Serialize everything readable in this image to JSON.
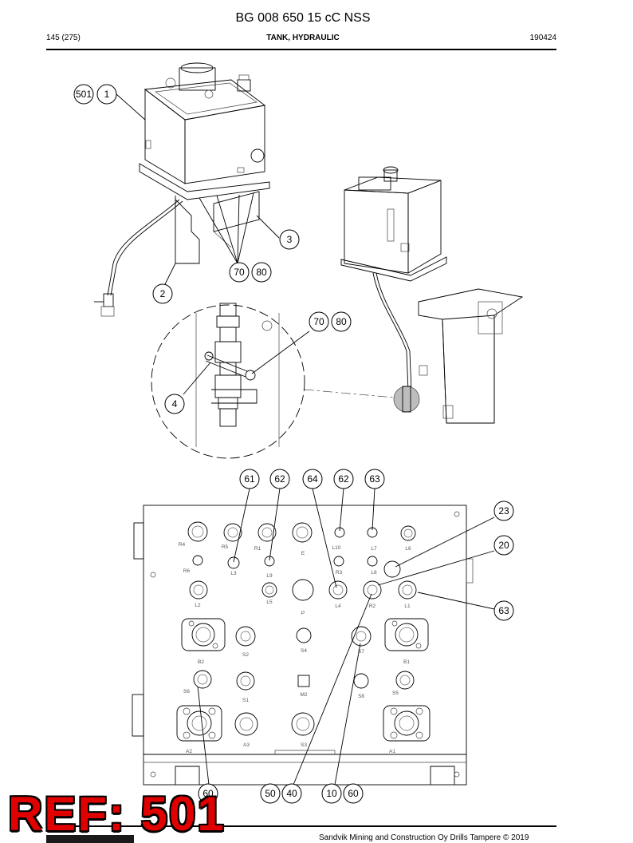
{
  "header": {
    "title": "BG 008 650 15 cC NSS",
    "page": "145 (275)",
    "section": "TANK, HYDRAULIC",
    "date": "190424"
  },
  "footer": {
    "text": "Sandvik Mining and Construction Oy Drills Tampere © 2019"
  },
  "stamp": {
    "text": "REF: 501",
    "color": "#e00000"
  },
  "callouts": [
    {
      "id": "c501",
      "label": "501"
    },
    {
      "id": "c1",
      "label": "1"
    },
    {
      "id": "c3",
      "label": "3"
    },
    {
      "id": "c70a",
      "label": "70"
    },
    {
      "id": "c80a",
      "label": "80"
    },
    {
      "id": "c2",
      "label": "2"
    },
    {
      "id": "c70b",
      "label": "70"
    },
    {
      "id": "c80b",
      "label": "80"
    },
    {
      "id": "c4",
      "label": "4"
    },
    {
      "id": "c61",
      "label": "61"
    },
    {
      "id": "c62a",
      "label": "62"
    },
    {
      "id": "c64",
      "label": "64"
    },
    {
      "id": "c62b",
      "label": "62"
    },
    {
      "id": "c63a",
      "label": "63"
    },
    {
      "id": "c23",
      "label": "23"
    },
    {
      "id": "c20",
      "label": "20"
    },
    {
      "id": "c63b",
      "label": "63"
    },
    {
      "id": "c60a",
      "label": "60"
    },
    {
      "id": "c50",
      "label": "50"
    },
    {
      "id": "c40",
      "label": "40"
    },
    {
      "id": "c10",
      "label": "10"
    },
    {
      "id": "c60b",
      "label": "60"
    }
  ],
  "ports": [
    {
      "id": "R4",
      "label": "R4"
    },
    {
      "id": "R5",
      "label": "R5"
    },
    {
      "id": "R1",
      "label": "R1"
    },
    {
      "id": "E",
      "label": "E"
    },
    {
      "id": "L10",
      "label": "L10"
    },
    {
      "id": "L7",
      "label": "L7"
    },
    {
      "id": "L6",
      "label": "L6"
    },
    {
      "id": "R6",
      "label": "R6"
    },
    {
      "id": "L3",
      "label": "L3"
    },
    {
      "id": "L9",
      "label": "L9"
    },
    {
      "id": "R3",
      "label": "R3"
    },
    {
      "id": "L8",
      "label": "L8"
    },
    {
      "id": "L2",
      "label": "L2"
    },
    {
      "id": "L5",
      "label": "L5"
    },
    {
      "id": "P",
      "label": "P"
    },
    {
      "id": "L4",
      "label": "L4"
    },
    {
      "id": "R2",
      "label": "R2"
    },
    {
      "id": "L1",
      "label": "L1"
    },
    {
      "id": "B2",
      "label": "B2"
    },
    {
      "id": "S2",
      "label": "S2"
    },
    {
      "id": "S4",
      "label": "S4"
    },
    {
      "id": "S7",
      "label": "S7"
    },
    {
      "id": "B1",
      "label": "B1"
    },
    {
      "id": "S6",
      "label": "S6"
    },
    {
      "id": "S1",
      "label": "S1"
    },
    {
      "id": "M2",
      "label": "M2"
    },
    {
      "id": "S8",
      "label": "S8"
    },
    {
      "id": "S5",
      "label": "S5"
    },
    {
      "id": "A2",
      "label": "A2"
    },
    {
      "id": "A3",
      "label": "A3"
    },
    {
      "id": "S3",
      "label": "S3"
    },
    {
      "id": "A1",
      "label": "A1"
    }
  ]
}
